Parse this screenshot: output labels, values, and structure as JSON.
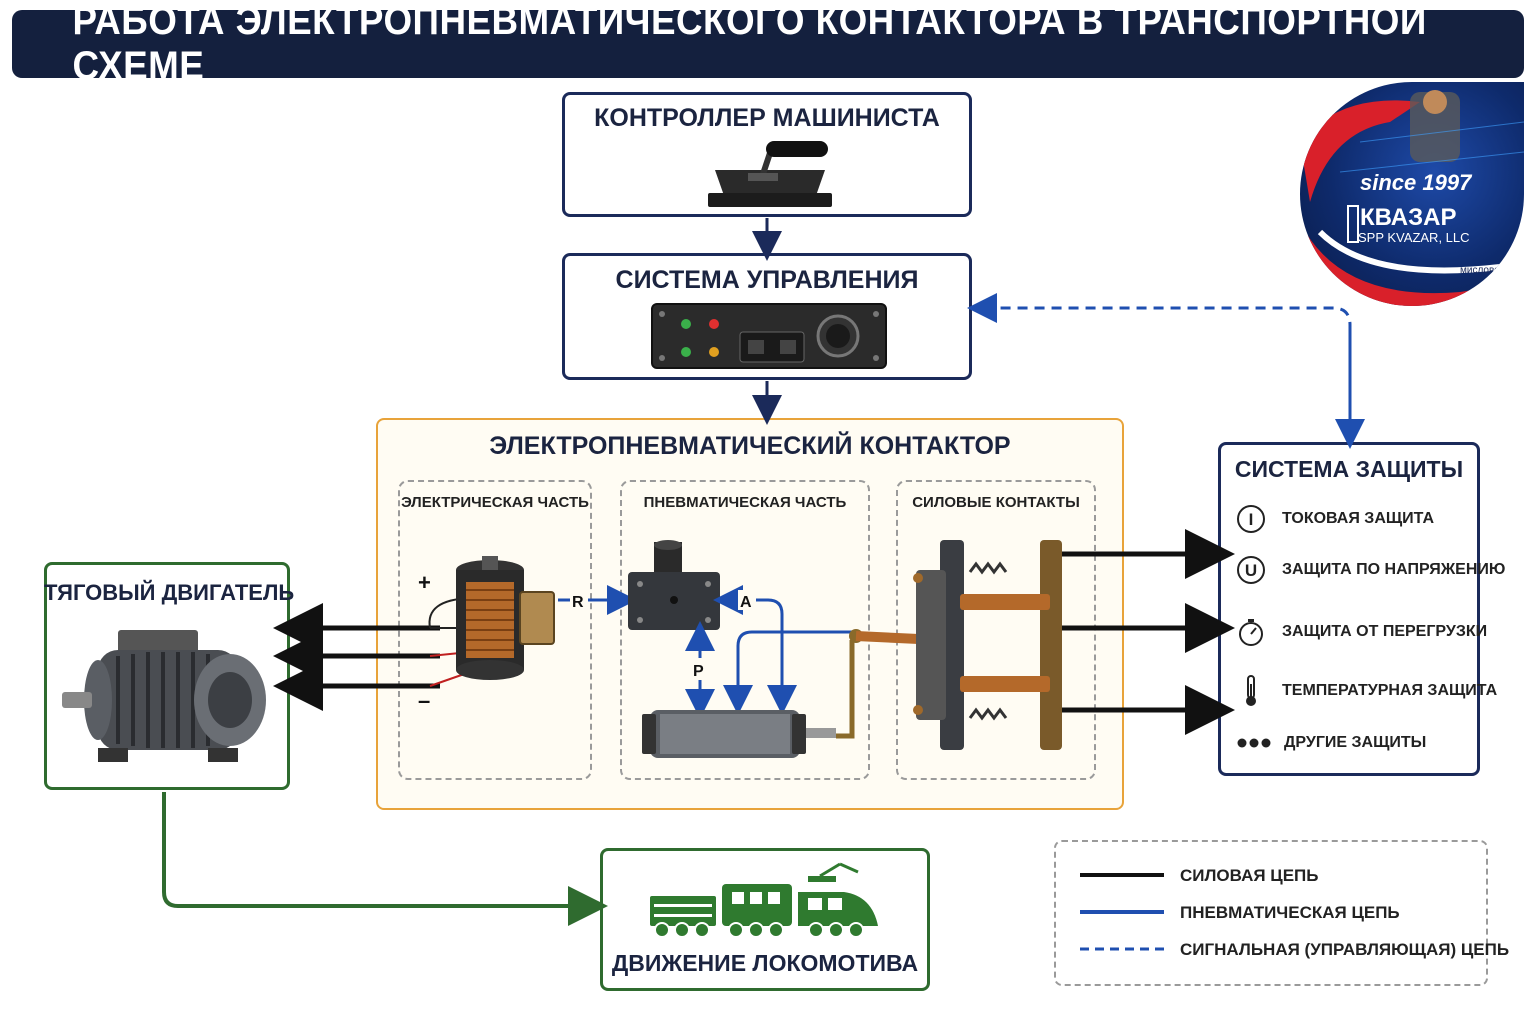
{
  "title": "РАБОТА ЭЛЕКТРОПНЕВМАТИЧЕСКОГО КОНТАКТОРА В ТРАНСПОРТНОЙ СХЕМЕ",
  "logo": {
    "since": "since 1997",
    "brand": "КВАЗАР",
    "company": "SPP KVAZAR, LLC",
    "fragment": "мисловс"
  },
  "controller": {
    "title": "КОНТРОЛЛЕР МАШИНИСТА"
  },
  "control_system": {
    "title": "СИСТЕМА УПРАВЛЕНИЯ"
  },
  "contactor": {
    "title": "ЭЛЕКТРОПНЕВМАТИЧЕСКИЙ КОНТАКТОР",
    "electrical": "ЭЛЕКТРИЧЕСКАЯ ЧАСТЬ",
    "pneumatic": "ПНЕВМАТИЧЕСКАЯ ЧАСТЬ",
    "power_contacts": "СИЛОВЫЕ КОНТАКТЫ",
    "plus": "+",
    "minus": "–",
    "label_r": "R",
    "label_a": "A",
    "label_p": "P"
  },
  "motor": {
    "title": "ТЯГОВЫЙ ДВИГАТЕЛЬ"
  },
  "locomotive": {
    "title": "ДВИЖЕНИЕ ЛОКОМОТИВА"
  },
  "protection": {
    "title": "СИСТЕМА ЗАЩИТЫ",
    "items": [
      {
        "icon": "I",
        "label": "ТОКОВАЯ ЗАЩИТА"
      },
      {
        "icon": "U",
        "label": "ЗАЩИТА ПО НАПРЯЖЕНИЮ"
      },
      {
        "icon": "stopwatch-icon",
        "label": "ЗАЩИТА ОТ ПЕРЕГРУЗКИ"
      },
      {
        "icon": "thermometer-icon",
        "label": "ТЕМПЕРАТУРНАЯ ЗАЩИТА"
      },
      {
        "icon": "dots-icon",
        "label": "ДРУГИЕ ЗАЩИТЫ"
      }
    ]
  },
  "legend": [
    {
      "label": "СИЛОВАЯ ЦЕПЬ",
      "color": "#111111",
      "style": "solid"
    },
    {
      "label": "ПНЕВМАТИЧЕСКАЯ ЦЕПЬ",
      "color": "#1f4fb0",
      "style": "solid"
    },
    {
      "label": "СИГНАЛЬНАЯ (УПРАВЛЯЮЩАЯ) ЦЕПЬ",
      "color": "#1f4fb0",
      "style": "dashed"
    }
  ],
  "colors": {
    "navy": "#1b2a5a",
    "green": "#2f6b2f",
    "orange_border": "#e8a33a",
    "pneumatic_blue": "#1f4fb0"
  }
}
